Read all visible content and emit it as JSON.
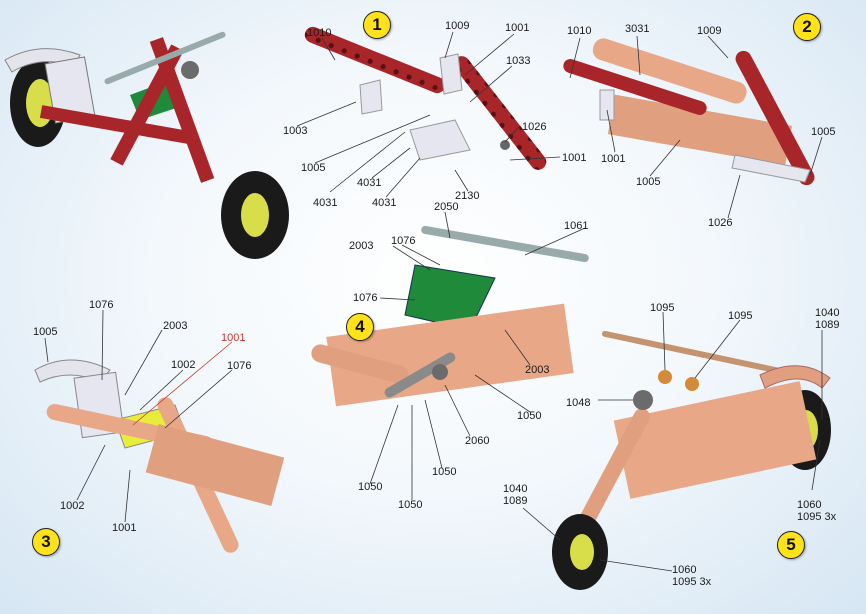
{
  "steps": [
    "1",
    "2",
    "3",
    "4",
    "5"
  ],
  "step1": {
    "labels": [
      "1010",
      "1009",
      "1001",
      "1033",
      "1003",
      "1005",
      "4031",
      "4031",
      "4031",
      "2130",
      "1026",
      "1001"
    ]
  },
  "step2": {
    "labels": [
      "1010",
      "3031",
      "1009",
      "1001",
      "1005",
      "1026",
      "1005"
    ]
  },
  "step3": {
    "labels": [
      "1005",
      "1076",
      "2003",
      "1001",
      "1002",
      "1076",
      "1002",
      "1001"
    ]
  },
  "step4": {
    "labels": [
      "2050",
      "2003",
      "1076",
      "1061",
      "1076",
      "2003",
      "1050",
      "2060",
      "1050",
      "1050",
      "1050"
    ]
  },
  "step5": {
    "labels": [
      "1095",
      "1095",
      "1040",
      "1089",
      "1048",
      "1040",
      "1089",
      "1060",
      "1095 3x",
      "1060",
      "1095 3x"
    ]
  },
  "colors": {
    "red_part": "#a8262a",
    "copper_part": "#e8a888",
    "white_part": "#e6e6f0",
    "green_plate": "#1f8a3a",
    "yellow_plate": "#e8ec3a",
    "tire": "#1a1a1a",
    "step_badge": "#ffe21a"
  }
}
